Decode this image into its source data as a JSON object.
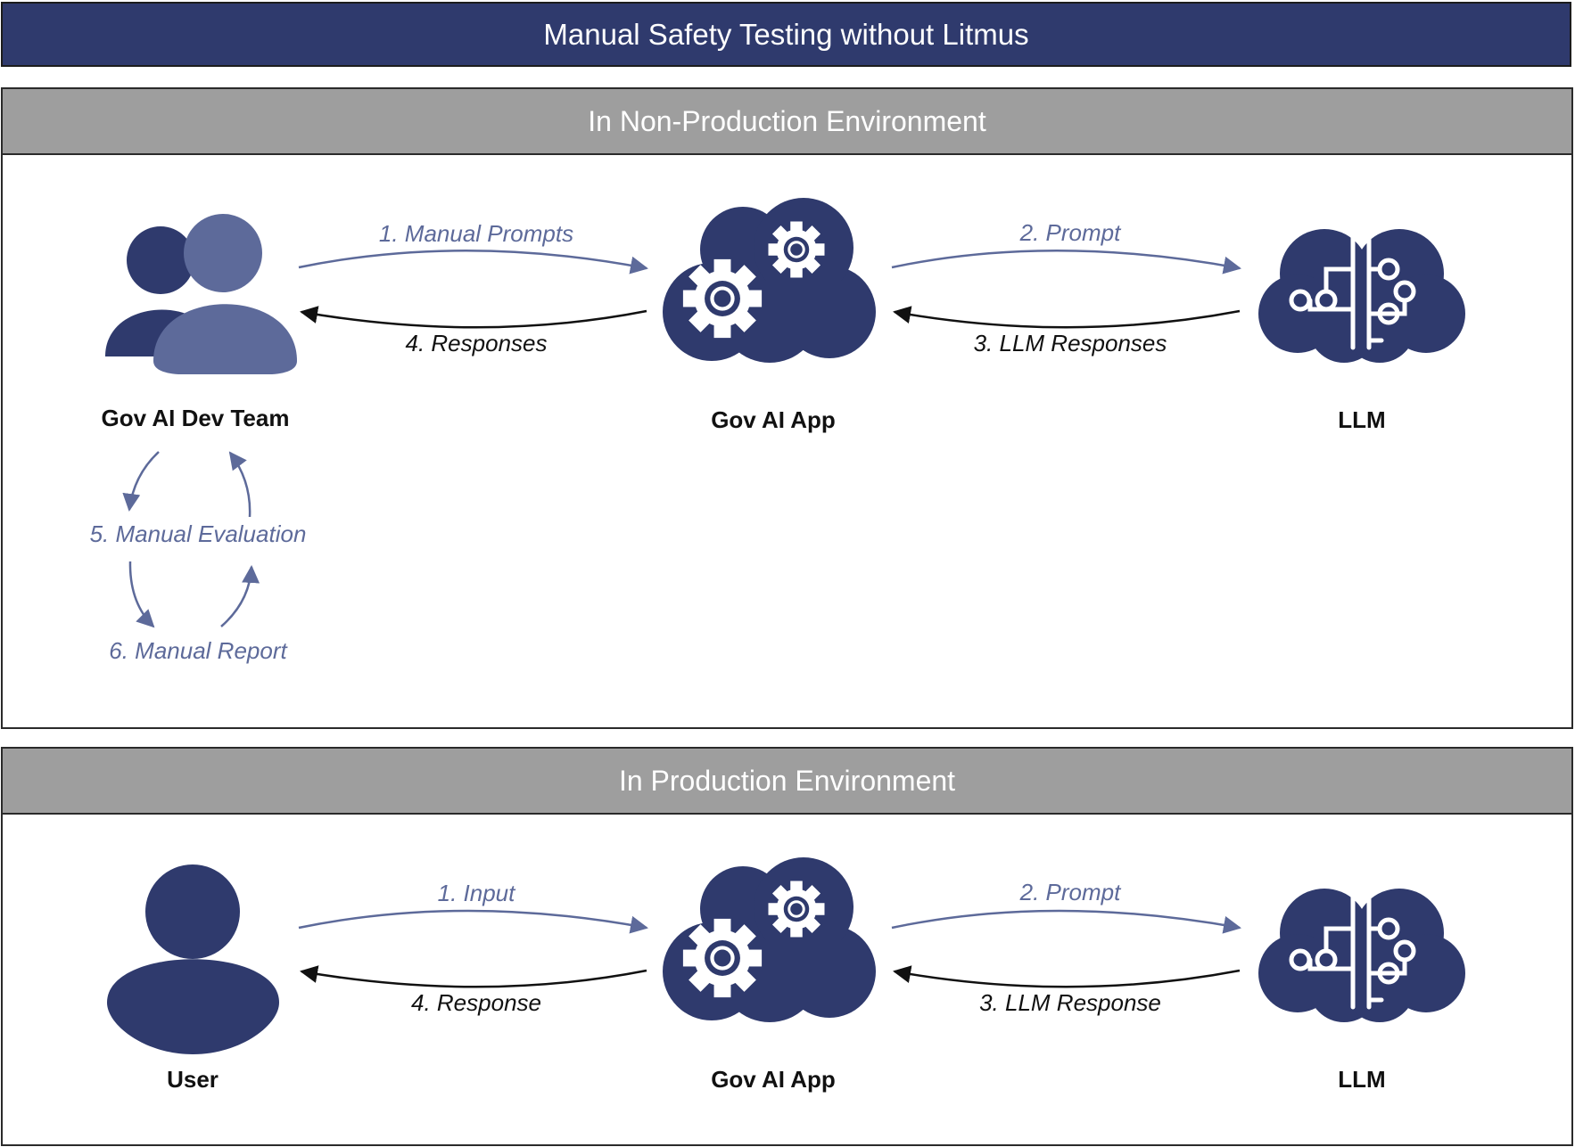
{
  "title": "Manual Safety Testing without Litmus",
  "colors": {
    "navy": "#2f3a6d",
    "slate": "#5d6a9a",
    "gray": "#9e9e9e"
  },
  "non_production": {
    "header": "In Non-Production Environment",
    "nodes": {
      "team": "Gov AI Dev Team",
      "app": "Gov AI App",
      "llm": "LLM"
    },
    "edges": {
      "e1": "1. Manual Prompts",
      "e2": "2. Prompt",
      "e3": "3. LLM Responses",
      "e4": "4. Responses",
      "e5": "5. Manual Evaluation",
      "e6": "6. Manual Report"
    }
  },
  "production": {
    "header": "In Production Environment",
    "nodes": {
      "user": "User",
      "app": "Gov AI App",
      "llm": "LLM"
    },
    "edges": {
      "e1": "1. Input",
      "e2": "2. Prompt",
      "e3": "3. LLM Response",
      "e4": "4. Response"
    }
  }
}
